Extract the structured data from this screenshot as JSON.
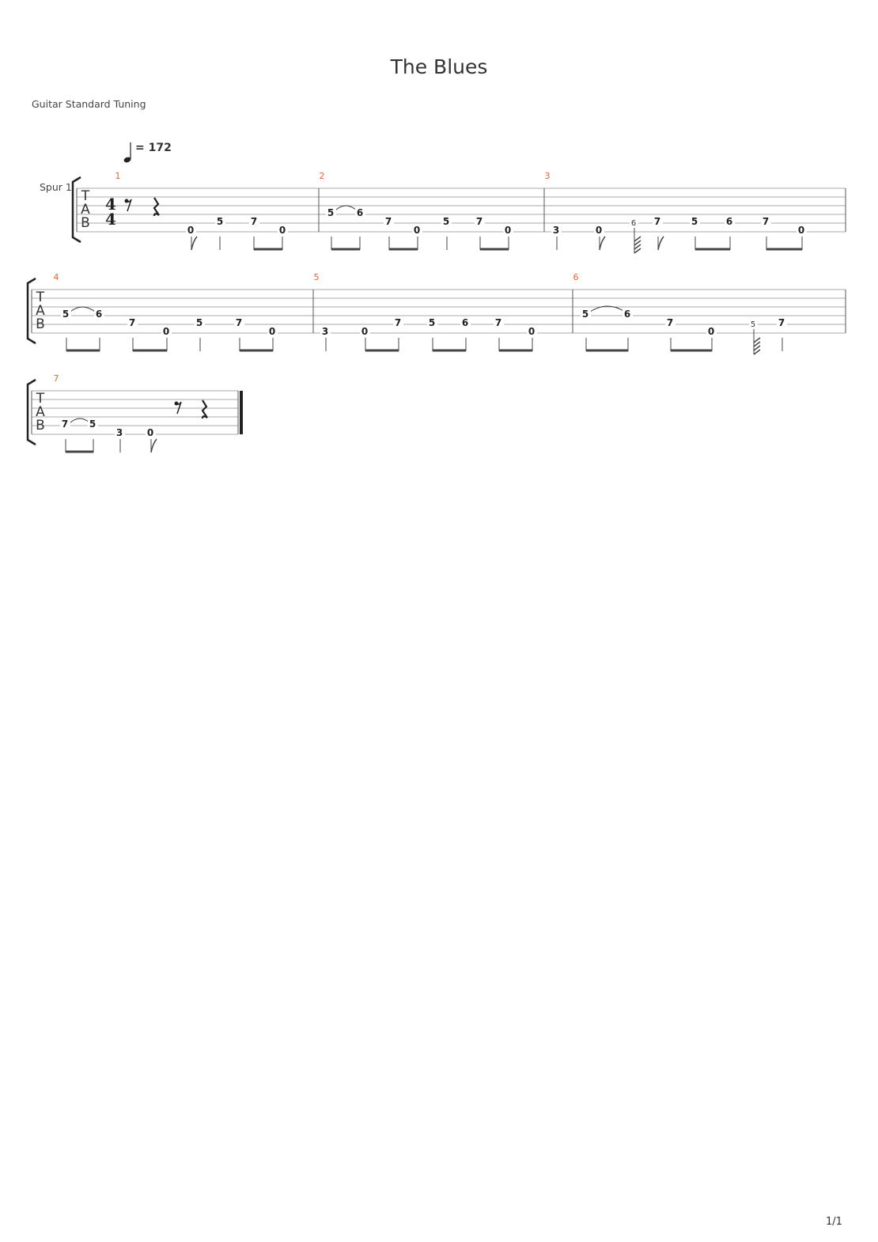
{
  "title": "The Blues",
  "tuning": "Guitar Standard Tuning",
  "tempo": "= 172",
  "track": "Spur 1",
  "page": "1/1",
  "clef_letters": [
    "T",
    "A",
    "B"
  ],
  "time_signature": {
    "numerator": "4",
    "denominator": "4"
  },
  "measures": [
    {
      "number": "1",
      "frets": [
        "0",
        "5",
        "7",
        "0"
      ]
    },
    {
      "number": "2",
      "frets": [
        "5",
        "6",
        "7",
        "0",
        "5",
        "7",
        "0"
      ]
    },
    {
      "number": "3",
      "frets": [
        "3",
        "0",
        "6",
        "7",
        "5",
        "6",
        "7",
        "0"
      ]
    },
    {
      "number": "4",
      "frets": [
        "5",
        "6",
        "7",
        "0",
        "5",
        "7",
        "0"
      ]
    },
    {
      "number": "5",
      "frets": [
        "3",
        "0",
        "7",
        "5",
        "6",
        "7",
        "0"
      ]
    },
    {
      "number": "6",
      "frets": [
        "5",
        "6",
        "7",
        "0",
        "5",
        "7"
      ]
    },
    {
      "number": "7",
      "frets": [
        "7",
        "5",
        "3",
        "0"
      ]
    }
  ]
}
